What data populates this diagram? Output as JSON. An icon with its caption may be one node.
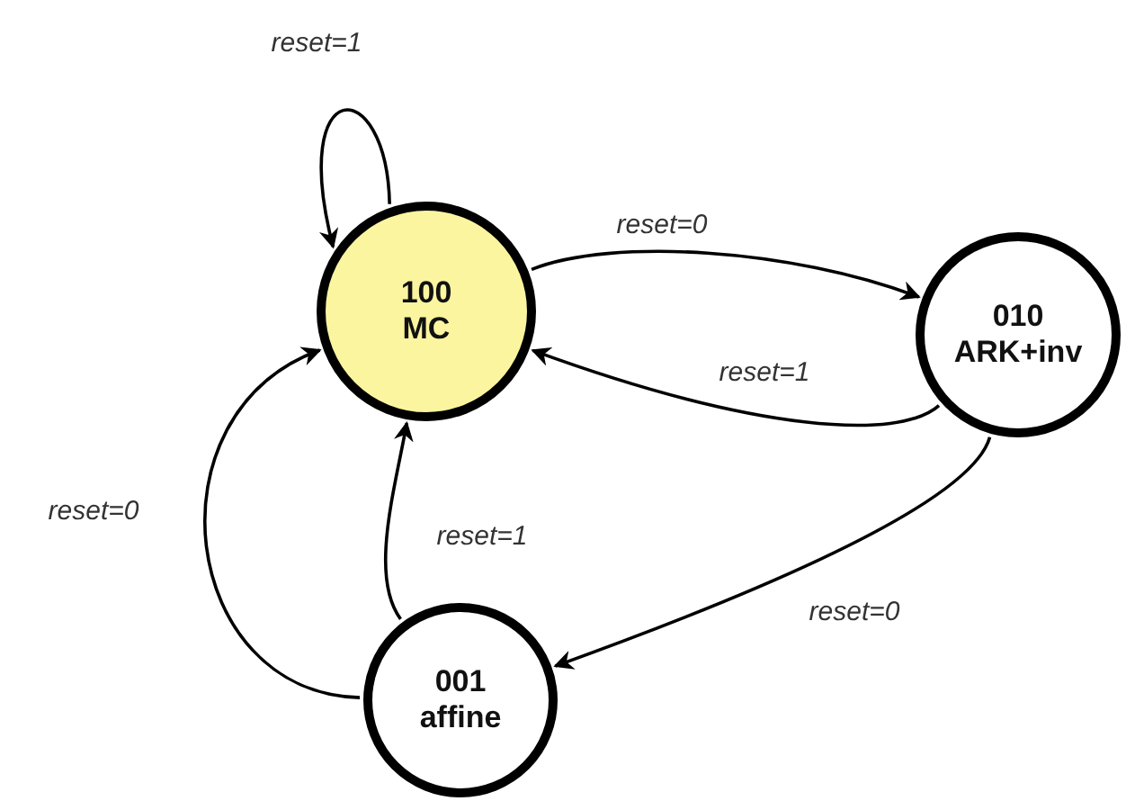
{
  "diagram": {
    "nodes": [
      {
        "text": [
          "100",
          "MC"
        ]
      },
      {
        "text": [
          "010",
          "ARK+inv"
        ]
      },
      {
        "text": [
          "001",
          "affine"
        ]
      }
    ],
    "edges": [
      {
        "from": 0,
        "to": 0,
        "arrow": "to",
        "label": "reset=1"
      },
      {
        "from": 0,
        "to": 1,
        "arrow": "to",
        "label": "reset=0"
      },
      {
        "from": 1,
        "to": 0,
        "arrow": "to",
        "label": "reset=1"
      },
      {
        "from": 1,
        "to": 2,
        "arrow": "to",
        "label": "reset=0"
      },
      {
        "from": 2,
        "to": 0,
        "arrow": "to",
        "label": "reset=1"
      },
      {
        "from": 2,
        "to": 0,
        "arrow": "to",
        "label": "reset=0"
      }
    ]
  }
}
